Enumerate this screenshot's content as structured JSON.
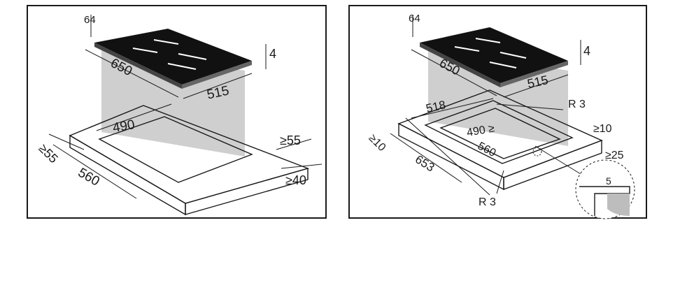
{
  "left_panel": {
    "labels": {
      "top_thickness": "64",
      "glass_thickness": "4",
      "hob_depth": "650",
      "hob_width": "515",
      "cutout_width": "490",
      "cutout_depth": "560",
      "front_clearance": "55",
      "side_clearance": "55",
      "back_clearance": "40"
    }
  },
  "right_panel": {
    "labels": {
      "top_thickness": "64",
      "glass_thickness": "4",
      "hob_depth": "650",
      "hob_width": "515",
      "rebate_width": "518",
      "rebate_depth": "653",
      "radius_top": "R 3",
      "radius_bottom": "R 3",
      "cutout_width": "490",
      "cutout_depth": "560",
      "front_clearance": "10",
      "side_clearance": "10",
      "back_clearance": "25",
      "detail_depth": "5"
    }
  },
  "colors": {
    "hob_glass": "#111111",
    "shadow": "#cfcfcf",
    "line": "#1a1a1a"
  }
}
